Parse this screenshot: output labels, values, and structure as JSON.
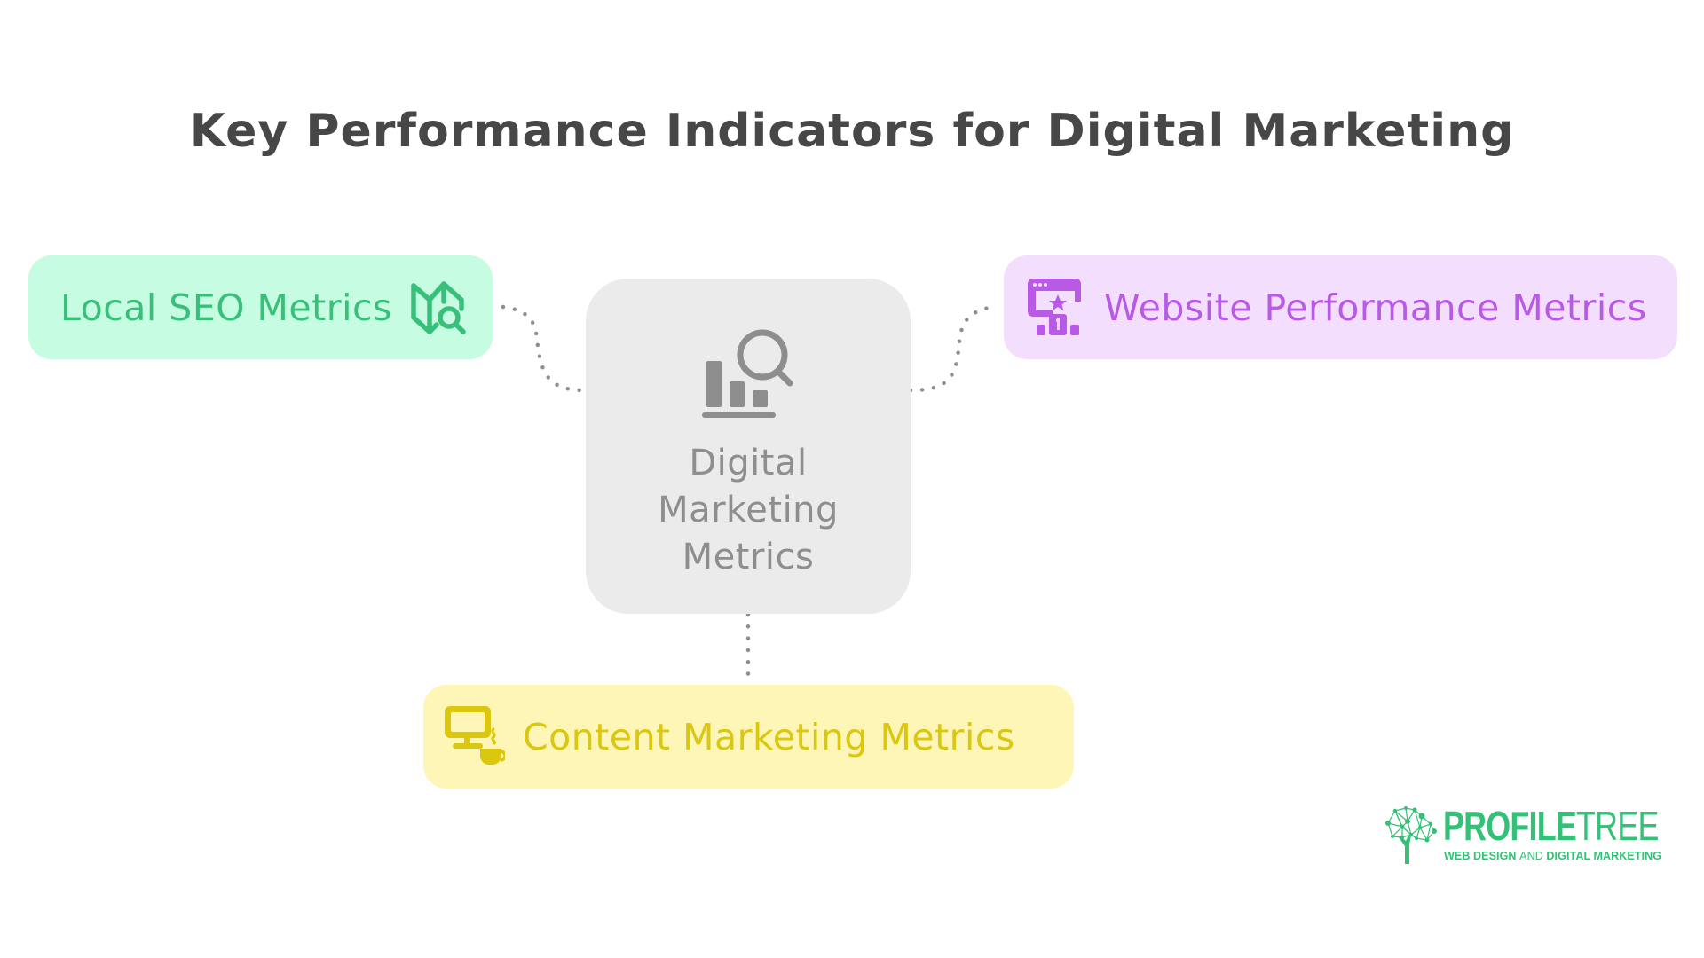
{
  "title": "Key Performance Indicators for Digital Marketing",
  "colors": {
    "title": "#474747",
    "connector_dot": "#8f8f8f",
    "center_bg": "#ebebeb",
    "center_fg": "#8e8e8e",
    "local_seo_bg": "#c6fce1",
    "local_seo_fg": "#38c07a",
    "website_bg": "#f3dffd",
    "website_fg": "#b85ae6",
    "content_bg": "#fef6b7",
    "content_fg": "#dcc710",
    "logo": "#34c077"
  },
  "center": {
    "label_lines": [
      "Digital",
      "Marketing",
      "Metrics"
    ],
    "icon": "bar-chart-search-icon"
  },
  "nodes": [
    {
      "id": "local-seo",
      "label": "Local SEO Metrics",
      "icon": "map-search-icon",
      "position": "top-left"
    },
    {
      "id": "website",
      "label": "Website Performance Metrics",
      "icon": "website-ranking-icon",
      "position": "top-right"
    },
    {
      "id": "content",
      "label": "Content Marketing Metrics",
      "icon": "computer-coffee-icon",
      "position": "bottom"
    }
  ],
  "logo": {
    "name_bold": "PROFILE",
    "name_light": "TREE",
    "tagline_part1": "WEB DESIGN ",
    "tagline_part2": "AND",
    "tagline_part3": " DIGITAL MARKETING"
  }
}
